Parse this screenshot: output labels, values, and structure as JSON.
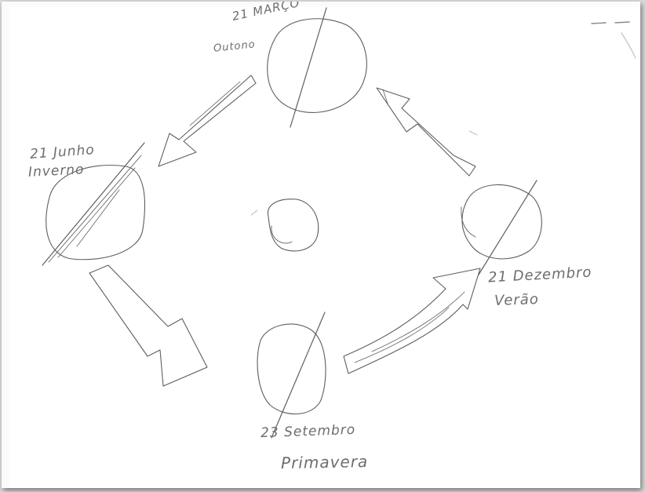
{
  "diagram": {
    "positions": [
      {
        "id": "march",
        "date": "21 MARÇO",
        "season": "Outono"
      },
      {
        "id": "june",
        "date": "21 Junho",
        "season": "Inverno"
      },
      {
        "id": "september",
        "date": "23 Setembro",
        "season": "Primavera"
      },
      {
        "id": "december",
        "date": "21 Dezembro",
        "season": "Verão"
      }
    ],
    "center": {
      "name": "sun-circle"
    },
    "arrows": [
      {
        "from": "march",
        "to": "june"
      },
      {
        "from": "june",
        "to": "september"
      },
      {
        "from": "september",
        "to": "december"
      },
      {
        "from": "december",
        "to": "march"
      }
    ],
    "colors": {
      "pencil": "#5e5e5e",
      "paper": "#ffffff"
    }
  }
}
